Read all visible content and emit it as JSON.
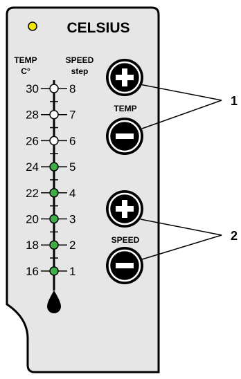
{
  "panel": {
    "title": "CELSIUS",
    "indicator_color": "#f2e600",
    "temp_header": "TEMP",
    "temp_unit": "C°",
    "speed_header": "SPEED",
    "speed_unit": "step"
  },
  "scale": {
    "levels": [
      {
        "temp": "30",
        "step": "8",
        "lit": false
      },
      {
        "temp": "28",
        "step": "7",
        "lit": false
      },
      {
        "temp": "26",
        "step": "6",
        "lit": false
      },
      {
        "temp": "24",
        "step": "5",
        "lit": true
      },
      {
        "temp": "22",
        "step": "4",
        "lit": true
      },
      {
        "temp": "20",
        "step": "3",
        "lit": true
      },
      {
        "temp": "18",
        "step": "2",
        "lit": true
      },
      {
        "temp": "16",
        "step": "1",
        "lit": true
      }
    ],
    "lit_color": "#3fae49",
    "unlit_color": "#ffffff"
  },
  "buttons": {
    "temp_label": "TEMP",
    "speed_label": "SPEED",
    "plus_icon": "plus-icon",
    "minus_icon": "minus-icon"
  },
  "callouts": {
    "group1": "1",
    "group2": "2"
  }
}
